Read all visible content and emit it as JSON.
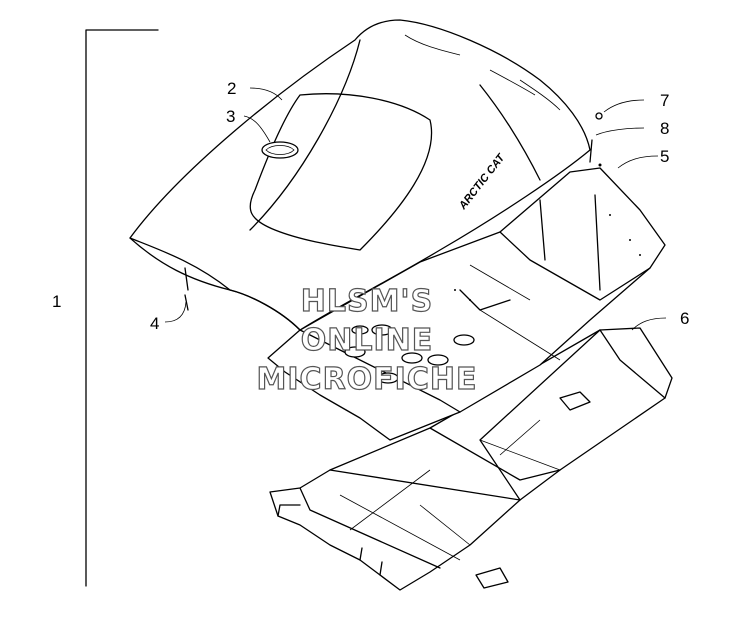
{
  "callouts": {
    "c1": "1",
    "c2": "2",
    "c3": "3",
    "c4": "4",
    "c5": "5",
    "c6": "6",
    "c7": "7",
    "c8": "8"
  },
  "hood_decal": "ARCTIC CAT",
  "watermark": {
    "line1": "HLSM'S",
    "line2": "ONLINE",
    "line3": "MICROFICHE"
  },
  "colors": {
    "background": "#ffffff",
    "ink": "#000000",
    "watermark_outline": "#555555"
  }
}
